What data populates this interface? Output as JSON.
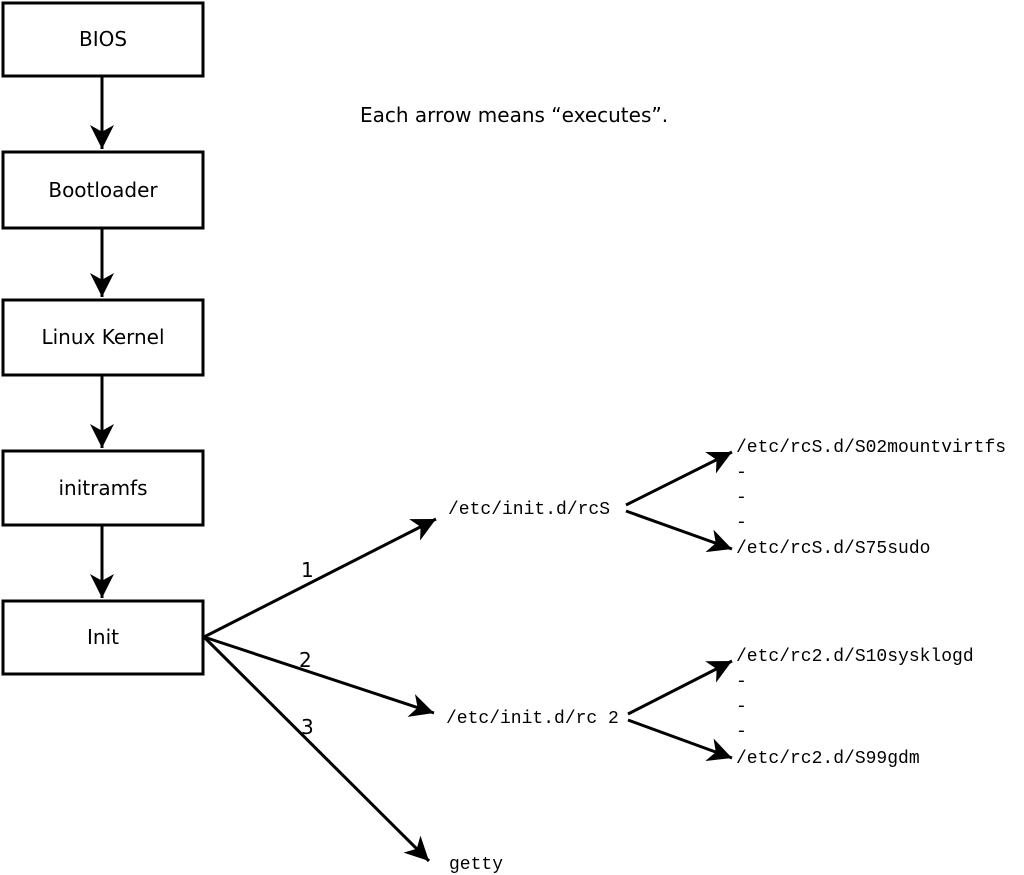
{
  "colors": {
    "background": "#ffffff",
    "line": "#000000",
    "text": "#000000"
  },
  "note": "Each arrow means “executes”.",
  "flow_boxes": [
    {
      "label": "BIOS"
    },
    {
      "label": "Bootloader"
    },
    {
      "label": "Linux Kernel"
    },
    {
      "label": "initramfs"
    },
    {
      "label": "Init"
    }
  ],
  "init_branches": [
    {
      "order": "1",
      "target": "/etc/init.d/rcS"
    },
    {
      "order": "2",
      "target": "/etc/init.d/rc 2"
    },
    {
      "order": "3",
      "target": "getty"
    }
  ],
  "rcs_children": [
    "/etc/rcS.d/S02mountvirtfs",
    "-",
    "-",
    "-",
    "/etc/rcS.d/S75sudo"
  ],
  "rc2_children": [
    "/etc/rc2.d/S10sysklogd",
    "-",
    "-",
    "-",
    "/etc/rc2.d/S99gdm"
  ]
}
